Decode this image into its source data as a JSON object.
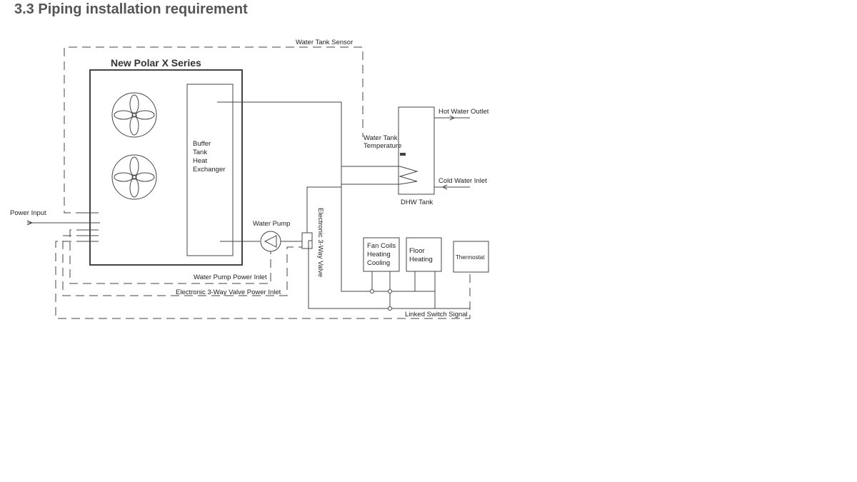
{
  "page": {
    "section_title": "3.3 Piping installation requirement"
  },
  "diagram": {
    "unit_title": "New Polar X Series",
    "buffer_tank_label": [
      "Buffer",
      "Tank",
      "Heat",
      "Exchanger"
    ],
    "water_tank_sensor": "Water Tank Sensor",
    "water_tank_temperature": [
      "Water Tank",
      "Temperature"
    ],
    "hot_water_outlet": "Hot Water Outlet",
    "cold_water_inlet": "Cold Water Inlet",
    "dhw_tank": "DHW Tank",
    "power_input": "Power Input",
    "water_pump": "Water Pump",
    "three_way_valve": "Electronic 3-Way Valve",
    "fan_coils": [
      "Fan Coils",
      "Heating",
      "Cooling"
    ],
    "floor_heating": [
      "Floor",
      "Heating"
    ],
    "thermostat": "Thermostat",
    "water_pump_power_inlet": "Water Pump Power Inlet",
    "valve_power_inlet": "Electronic 3-Way Valve Power Inlet",
    "linked_switch_signal": "Linked Switch Signal"
  },
  "colors": {
    "line": "#444444",
    "text": "#222222",
    "title": "#555555"
  }
}
